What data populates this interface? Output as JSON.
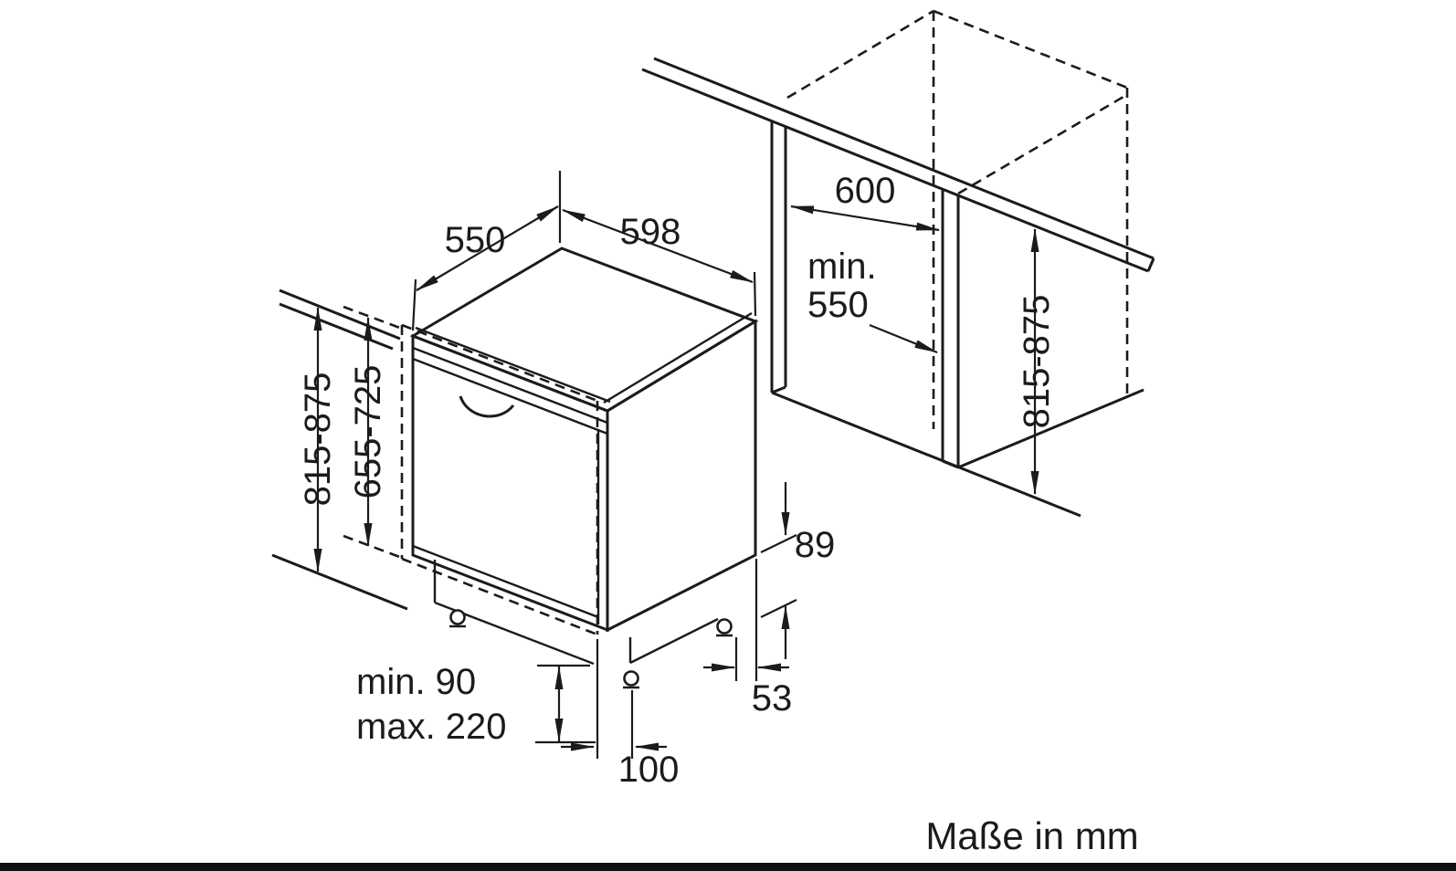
{
  "diagram": {
    "caption": "Maße in mm",
    "labels": {
      "depth_top": "550",
      "width_top": "598",
      "niche_width": "600",
      "niche_depth_min_line1": "min.",
      "niche_depth_min_line2": "550",
      "height_range_left": "815-875",
      "door_height_range": "655-725",
      "niche_height_range": "815-875",
      "dim_89": "89",
      "dim_53": "53",
      "plinth_min": "min. 90",
      "plinth_max": "max. 220",
      "foot_offset": "100"
    },
    "colors": {
      "line": "#1b1b1b",
      "background": "#ffffff",
      "bottom_bar": "#101010"
    }
  }
}
